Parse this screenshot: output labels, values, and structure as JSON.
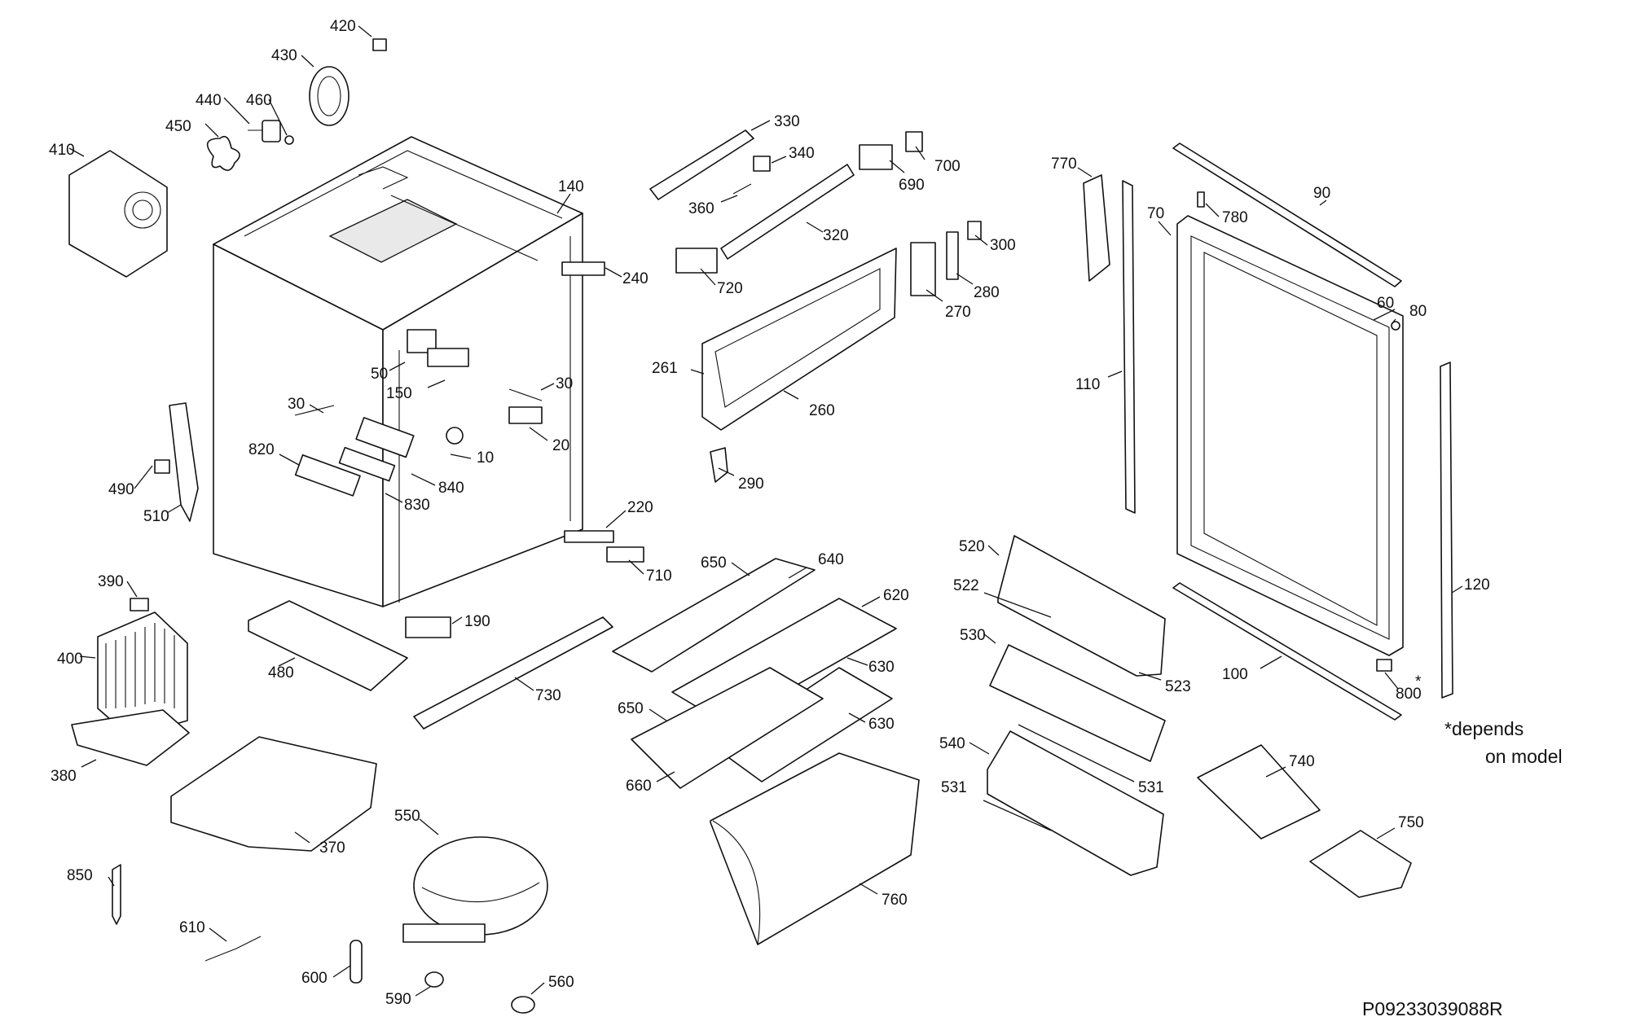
{
  "callouts": [
    {
      "id": "10",
      "label": "10"
    },
    {
      "id": "20",
      "label": "20"
    },
    {
      "id": "30a",
      "label": "30"
    },
    {
      "id": "30b",
      "label": "30"
    },
    {
      "id": "50",
      "label": "50"
    },
    {
      "id": "60",
      "label": "60"
    },
    {
      "id": "70",
      "label": "70"
    },
    {
      "id": "80",
      "label": "80"
    },
    {
      "id": "90",
      "label": "90"
    },
    {
      "id": "100",
      "label": "100"
    },
    {
      "id": "110",
      "label": "110"
    },
    {
      "id": "120",
      "label": "120"
    },
    {
      "id": "140",
      "label": "140"
    },
    {
      "id": "150",
      "label": "150"
    },
    {
      "id": "190",
      "label": "190"
    },
    {
      "id": "220",
      "label": "220"
    },
    {
      "id": "240",
      "label": "240"
    },
    {
      "id": "260",
      "label": "260"
    },
    {
      "id": "261",
      "label": "261"
    },
    {
      "id": "270",
      "label": "270"
    },
    {
      "id": "280",
      "label": "280"
    },
    {
      "id": "290",
      "label": "290"
    },
    {
      "id": "300",
      "label": "300"
    },
    {
      "id": "320",
      "label": "320"
    },
    {
      "id": "330",
      "label": "330"
    },
    {
      "id": "340",
      "label": "340"
    },
    {
      "id": "360",
      "label": "360"
    },
    {
      "id": "370",
      "label": "370"
    },
    {
      "id": "380",
      "label": "380"
    },
    {
      "id": "390",
      "label": "390"
    },
    {
      "id": "400",
      "label": "400"
    },
    {
      "id": "410",
      "label": "410"
    },
    {
      "id": "420",
      "label": "420"
    },
    {
      "id": "430",
      "label": "430"
    },
    {
      "id": "440",
      "label": "440"
    },
    {
      "id": "450",
      "label": "450"
    },
    {
      "id": "460",
      "label": "460"
    },
    {
      "id": "480",
      "label": "480"
    },
    {
      "id": "490",
      "label": "490"
    },
    {
      "id": "510",
      "label": "510"
    },
    {
      "id": "520",
      "label": "520"
    },
    {
      "id": "522",
      "label": "522"
    },
    {
      "id": "523",
      "label": "523"
    },
    {
      "id": "530",
      "label": "530"
    },
    {
      "id": "531a",
      "label": "531"
    },
    {
      "id": "531b",
      "label": "531"
    },
    {
      "id": "540",
      "label": "540"
    },
    {
      "id": "550",
      "label": "550"
    },
    {
      "id": "560",
      "label": "560"
    },
    {
      "id": "590",
      "label": "590"
    },
    {
      "id": "600",
      "label": "600"
    },
    {
      "id": "610",
      "label": "610"
    },
    {
      "id": "620",
      "label": "620"
    },
    {
      "id": "630a",
      "label": "630"
    },
    {
      "id": "630b",
      "label": "630"
    },
    {
      "id": "640",
      "label": "640"
    },
    {
      "id": "650a",
      "label": "650"
    },
    {
      "id": "650b",
      "label": "650"
    },
    {
      "id": "660",
      "label": "660"
    },
    {
      "id": "690",
      "label": "690"
    },
    {
      "id": "700",
      "label": "700"
    },
    {
      "id": "710",
      "label": "710"
    },
    {
      "id": "720",
      "label": "720"
    },
    {
      "id": "730",
      "label": "730"
    },
    {
      "id": "740",
      "label": "740"
    },
    {
      "id": "750",
      "label": "750"
    },
    {
      "id": "760",
      "label": "760"
    },
    {
      "id": "770",
      "label": "770"
    },
    {
      "id": "780",
      "label": "780"
    },
    {
      "id": "800",
      "label": "800"
    },
    {
      "id": "820",
      "label": "820"
    },
    {
      "id": "830",
      "label": "830"
    },
    {
      "id": "840",
      "label": "840"
    },
    {
      "id": "850",
      "label": "850"
    }
  ],
  "footnote": {
    "line1": "*depends",
    "line2": "on model"
  },
  "asterisk_800": "*",
  "drawing_number": "P09233039088R"
}
